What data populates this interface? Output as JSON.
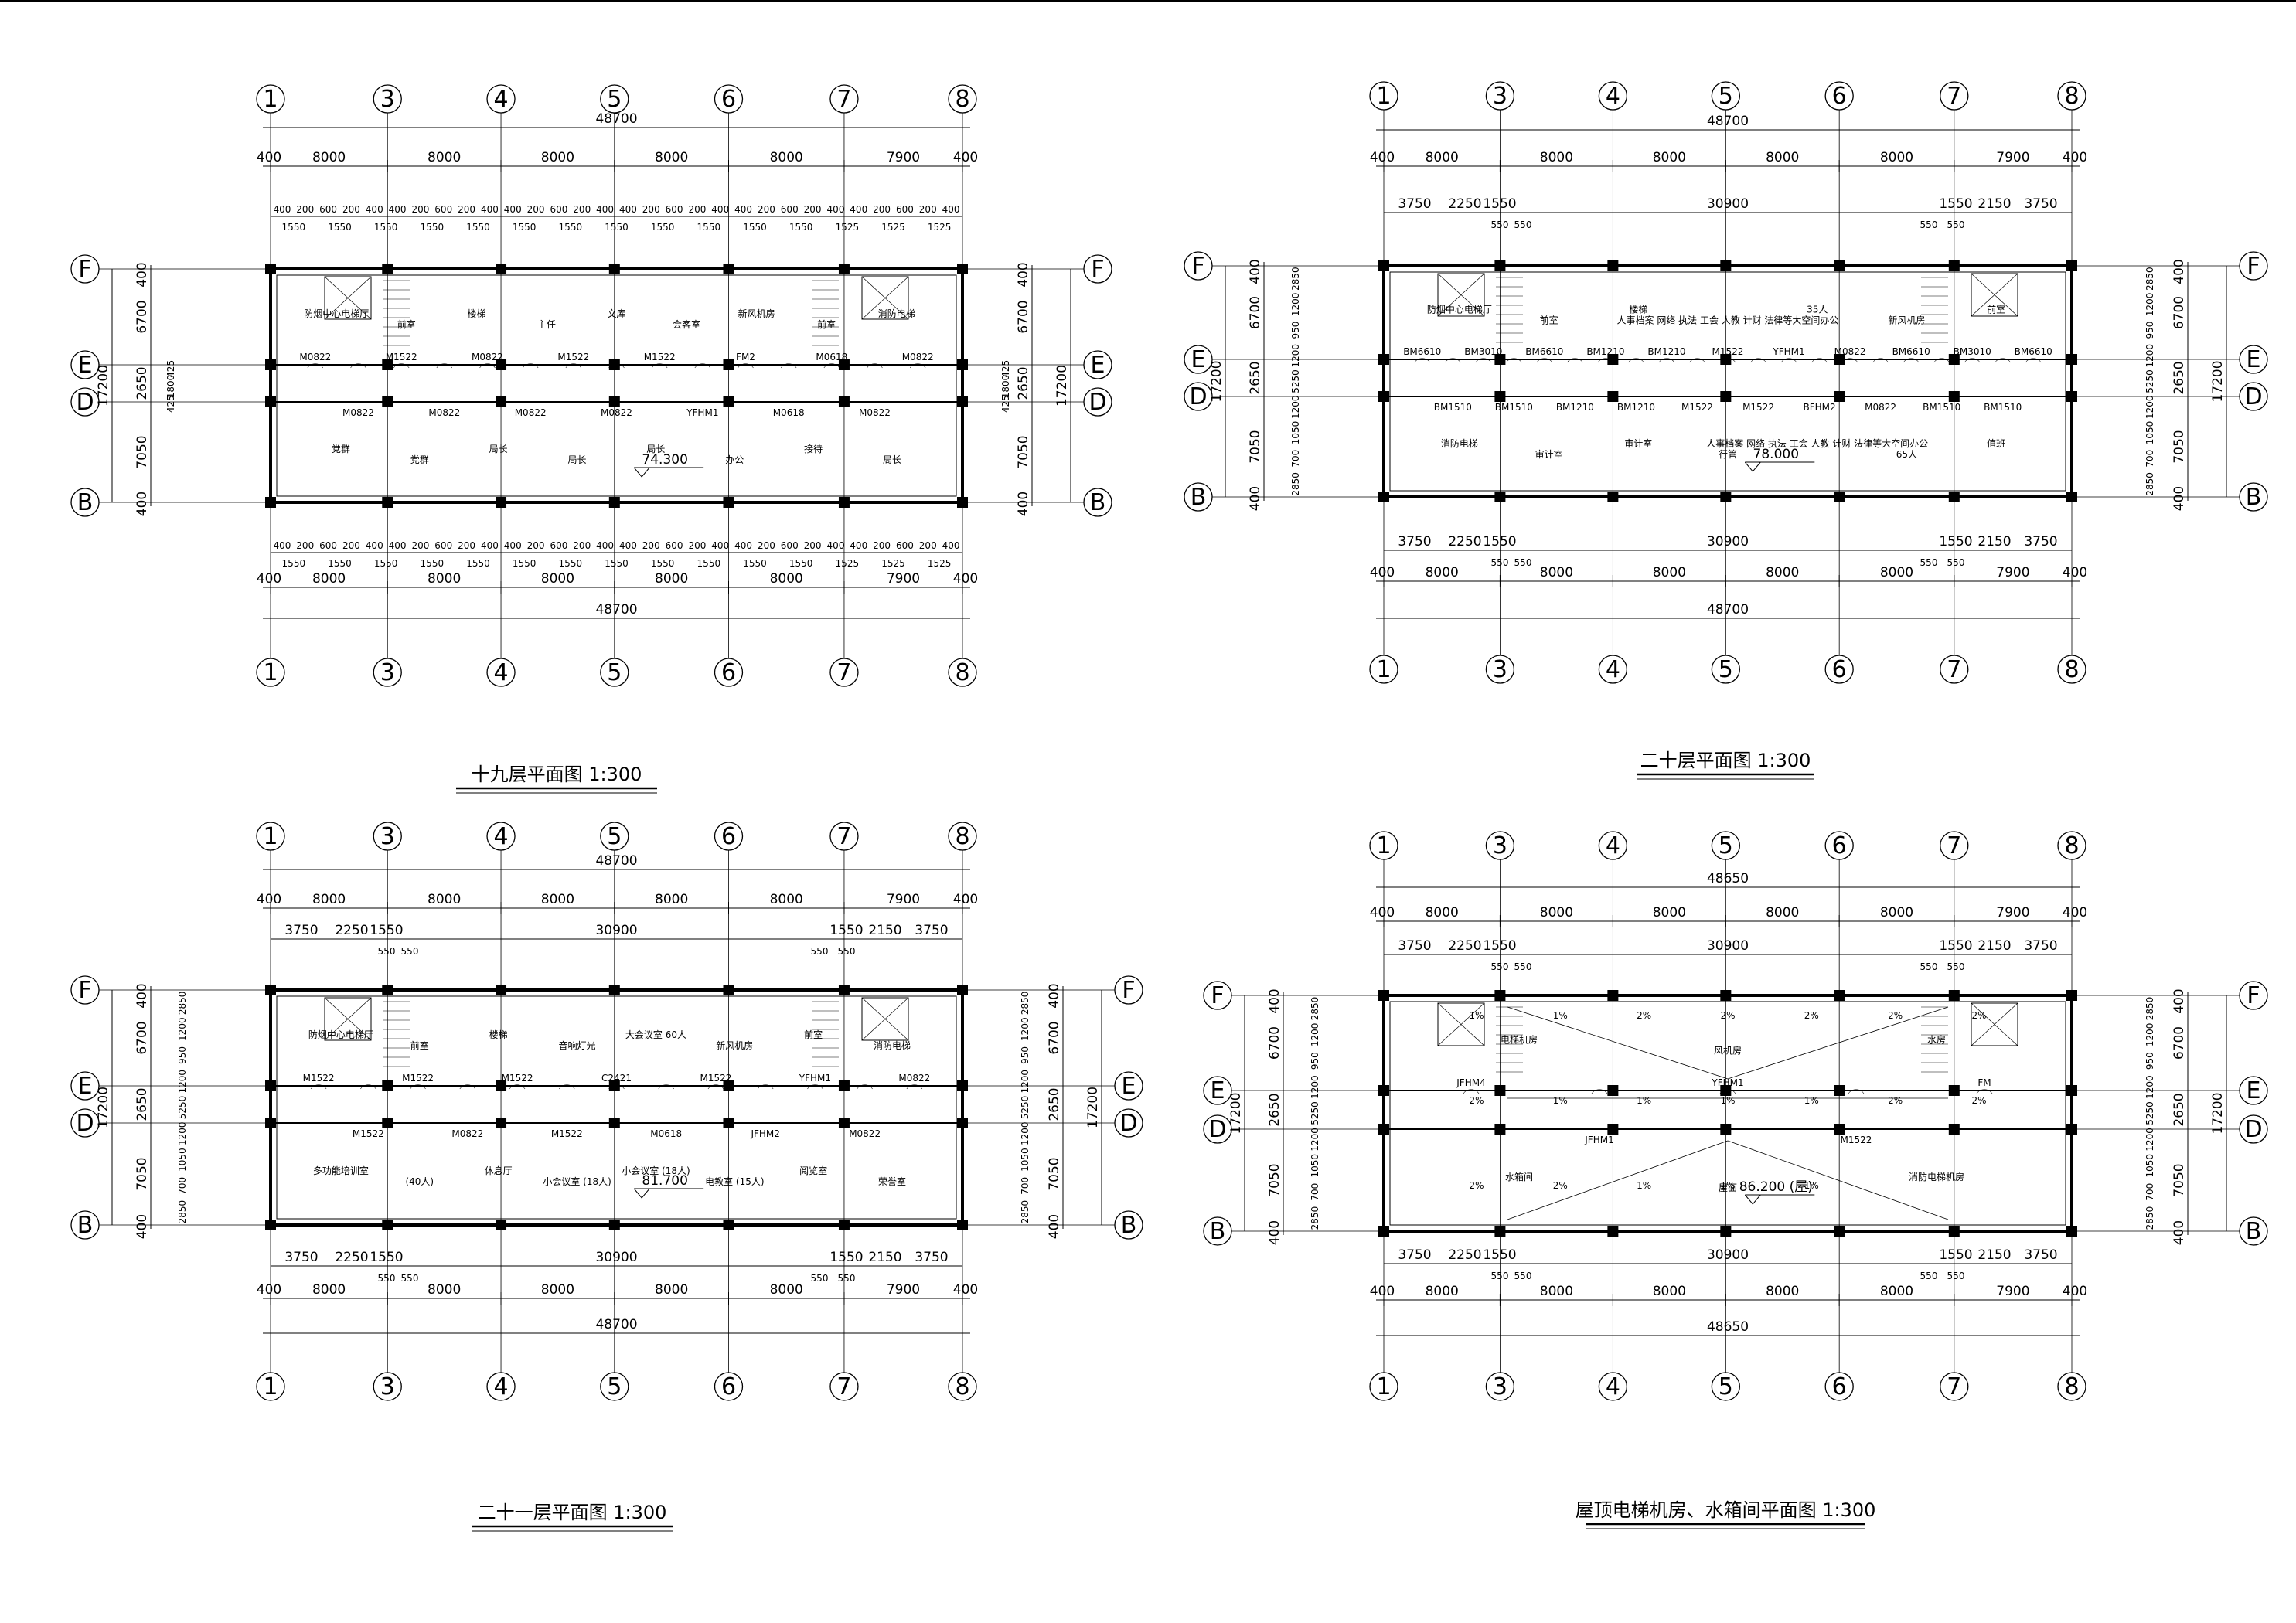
{
  "colors": {
    "ink": "#000000",
    "paper": "#ffffff"
  },
  "plans": [
    {
      "id": "floor-19",
      "title": "十九层平面图  1:300",
      "overall": "48700",
      "bays": [
        "400",
        "8000",
        "8000",
        "8000",
        "8000",
        "8000",
        "7900",
        "400"
      ],
      "details": [
        "400",
        "200",
        "600",
        "200",
        "400",
        "400",
        "200",
        "600",
        "200",
        "400",
        "400",
        "200",
        "600",
        "200",
        "400",
        "400",
        "200",
        "600",
        "200",
        "400",
        "400",
        "200",
        "600",
        "200",
        "400",
        "400",
        "200",
        "600",
        "200",
        "400"
      ],
      "small_dims": [
        "1550",
        "1550",
        "1550",
        "1550",
        "1550",
        "1550",
        "1550",
        "1550",
        "1550",
        "1550",
        "1550",
        "1550",
        "1525",
        "1525",
        "1525"
      ],
      "side_left": [
        "400",
        "6700",
        "2650",
        "7050",
        "400"
      ],
      "side_mid": [
        "425",
        "1800",
        "425"
      ],
      "total_side": "17200",
      "grids": [
        "1",
        "3",
        "4",
        "5",
        "6",
        "7",
        "8"
      ],
      "rows": [
        "F",
        "E",
        "D",
        "B"
      ],
      "rooms": [
        "防烟中心电梯厅",
        "前室",
        "楼梯",
        "主任",
        "文库",
        "会客室",
        "新风机房",
        "前室",
        "消防电梯",
        "党群",
        "党群",
        "局长",
        "局长",
        "局长",
        "办公",
        "接待",
        "局长"
      ],
      "doors": [
        "M0822",
        "M0822",
        "M1522",
        "M0822",
        "M0822",
        "M0822",
        "M1522",
        "M0822",
        "M1522",
        "YFHM1",
        "FM2",
        "M0618",
        "M0618",
        "M0822",
        "M0822"
      ],
      "elevation": "74.300"
    },
    {
      "id": "floor-20",
      "title": "二十层平面图  1:300",
      "overall": "48700",
      "bays": [
        "400",
        "8000",
        "8000",
        "8000",
        "8000",
        "8000",
        "7900",
        "400"
      ],
      "middle": [
        "3750",
        "2250",
        "1550",
        "30900",
        "1550",
        "2150",
        "3750"
      ],
      "middle_sub": [
        "550",
        "550",
        "550",
        "550"
      ],
      "side_left": [
        "400",
        "6700",
        "2650",
        "7050",
        "400"
      ],
      "side_inner": [
        "2850",
        "1200",
        "950",
        "1200",
        "5250",
        "1200",
        "1050",
        "700",
        "2850"
      ],
      "total_side": "17200",
      "grids": [
        "1",
        "3",
        "4",
        "5",
        "6",
        "7",
        "8"
      ],
      "rows": [
        "F",
        "E",
        "D",
        "B"
      ],
      "rooms": [
        "防烟中心电梯厅",
        "前室",
        "楼梯",
        "人事档案 网络 执法 工会 人教 计财 法律等大空间办公",
        "35人",
        "新风机房",
        "前室",
        "消防电梯",
        "审计室",
        "审计室",
        "行管",
        "人事档案 网络 执法 工会 人教 计财 法律等大空间办公",
        "65人",
        "值班"
      ],
      "doors": [
        "BM6610",
        "BM1510",
        "BM3010",
        "BM1510",
        "BM6610",
        "BM1210",
        "BM1210",
        "BM1210",
        "BM1210",
        "M1522",
        "M1522",
        "M1522",
        "YFHM1",
        "BFHM2",
        "M0822",
        "M0822",
        "BM6610",
        "BM1510",
        "BM3010",
        "BM1510",
        "BM6610"
      ],
      "elevation": "78.000"
    },
    {
      "id": "floor-21",
      "title": "二十一层平面图  1:300",
      "overall": "48700",
      "bays": [
        "400",
        "8000",
        "8000",
        "8000",
        "8000",
        "8000",
        "7900",
        "400"
      ],
      "middle": [
        "3750",
        "2250",
        "1550",
        "30900",
        "1550",
        "2150",
        "3750"
      ],
      "middle_sub": [
        "550",
        "550",
        "550",
        "550"
      ],
      "side_left": [
        "400",
        "6700",
        "2650",
        "7050",
        "400"
      ],
      "side_inner": [
        "2850",
        "1200",
        "950",
        "1200",
        "5250",
        "1200",
        "1050",
        "700",
        "2850"
      ],
      "total_side": "17200",
      "grids": [
        "1",
        "3",
        "4",
        "5",
        "6",
        "7",
        "8"
      ],
      "rows": [
        "F",
        "E",
        "D",
        "B"
      ],
      "rooms": [
        "防烟中心电梯厅",
        "前室",
        "楼梯",
        "音响灯光",
        "大会议室 60人",
        "新风机房",
        "前室",
        "消防电梯",
        "多功能培训室",
        "(40人)",
        "休息厅",
        "小会议室 (18人)",
        "小会议室 (18人)",
        "电教室 (15人)",
        "阅览室",
        "荣誉室"
      ],
      "doors": [
        "M1522",
        "M1522",
        "M1522",
        "M0822",
        "M1522",
        "M1522",
        "C2421",
        "M0618",
        "M1522",
        "JFHM2",
        "YFHM1",
        "M0822",
        "M0822"
      ],
      "elevation": "81.700"
    },
    {
      "id": "roof",
      "title": "屋顶电梯机房、水箱间平面图  1:300",
      "overall": "48650",
      "bays": [
        "400",
        "8000",
        "8000",
        "8000",
        "8000",
        "8000",
        "7900",
        "400"
      ],
      "middle": [
        "3750",
        "2250",
        "1550",
        "30900",
        "1550",
        "2150",
        "3750"
      ],
      "middle_sub": [
        "550",
        "550",
        "550",
        "550"
      ],
      "side_left": [
        "400",
        "6700",
        "2650",
        "7050",
        "400"
      ],
      "side_inner": [
        "2850",
        "1200",
        "950",
        "1200",
        "5250",
        "1200",
        "1050",
        "700",
        "2850"
      ],
      "total_side": "17200",
      "grids": [
        "1",
        "3",
        "4",
        "5",
        "6",
        "7",
        "8"
      ],
      "rows": [
        "F",
        "E",
        "D",
        "B"
      ],
      "rooms": [
        "电梯机房",
        "风机房",
        "水房",
        "水箱间",
        "屋面",
        "消防电梯机房"
      ],
      "slopes": [
        "1%",
        "1%",
        "2%",
        "2%",
        "2%",
        "2%",
        "2%",
        "2%",
        "1%",
        "1%",
        "1%",
        "1%",
        "2%",
        "2%",
        "2%",
        "2%",
        "1%",
        "1%",
        "1%"
      ],
      "doors": [
        "JFHM4",
        "JFHM1",
        "YFHM1",
        "M1522",
        "FM"
      ],
      "elevation": "86.200 (屋)"
    }
  ]
}
